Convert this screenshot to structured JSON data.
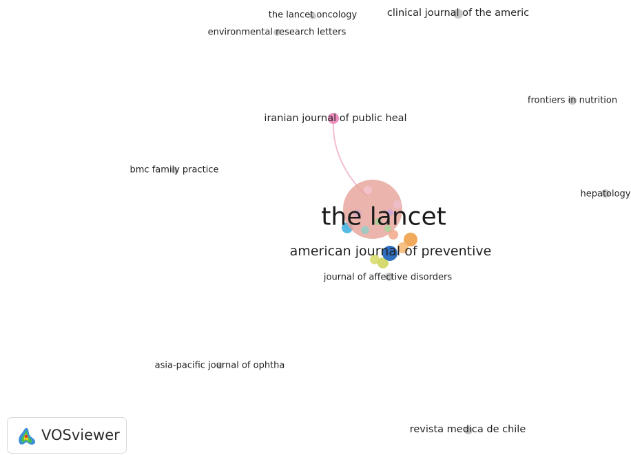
{
  "network": {
    "nodes": [
      {
        "id": "lancet-onc",
        "label": "the lancet oncology",
        "color": "#c8c8c8"
      },
      {
        "id": "clin-jam",
        "label": "clinical journal of the americ",
        "color": "#c8c8c8"
      },
      {
        "id": "env-res",
        "label": "environmental research letters",
        "color": "#c8c8c8"
      },
      {
        "id": "front-nutr",
        "label": "frontiers in nutrition",
        "color": "#c8c8c8"
      },
      {
        "id": "iran-jph",
        "label": "iranian journal of public heal",
        "color": "#ee8fbf"
      },
      {
        "id": "bmc-fam",
        "label": "bmc family practice",
        "color": "#c8c8c8"
      },
      {
        "id": "hepatology",
        "label": "hepatology",
        "color": "#c8c8c8"
      },
      {
        "id": "lancet",
        "label": "the lancet",
        "color": "#e8a29b"
      },
      {
        "id": "ajpm",
        "label": "american journal of preventive",
        "color": "#2f6fc0"
      },
      {
        "id": "jad",
        "label": "journal of affective disorders",
        "color": "#c8c8c8"
      },
      {
        "id": "apjo",
        "label": "asia-pacific journal of ophtha",
        "color": "#c8c8c8"
      },
      {
        "id": "rmc",
        "label": "revista medica de chile",
        "color": "#c8c8c8"
      }
    ],
    "links": [
      {
        "source": "iran-jph",
        "target": "lancet",
        "color": "#f2b6cf"
      }
    ]
  },
  "branding": {
    "name": "VOSviewer"
  }
}
